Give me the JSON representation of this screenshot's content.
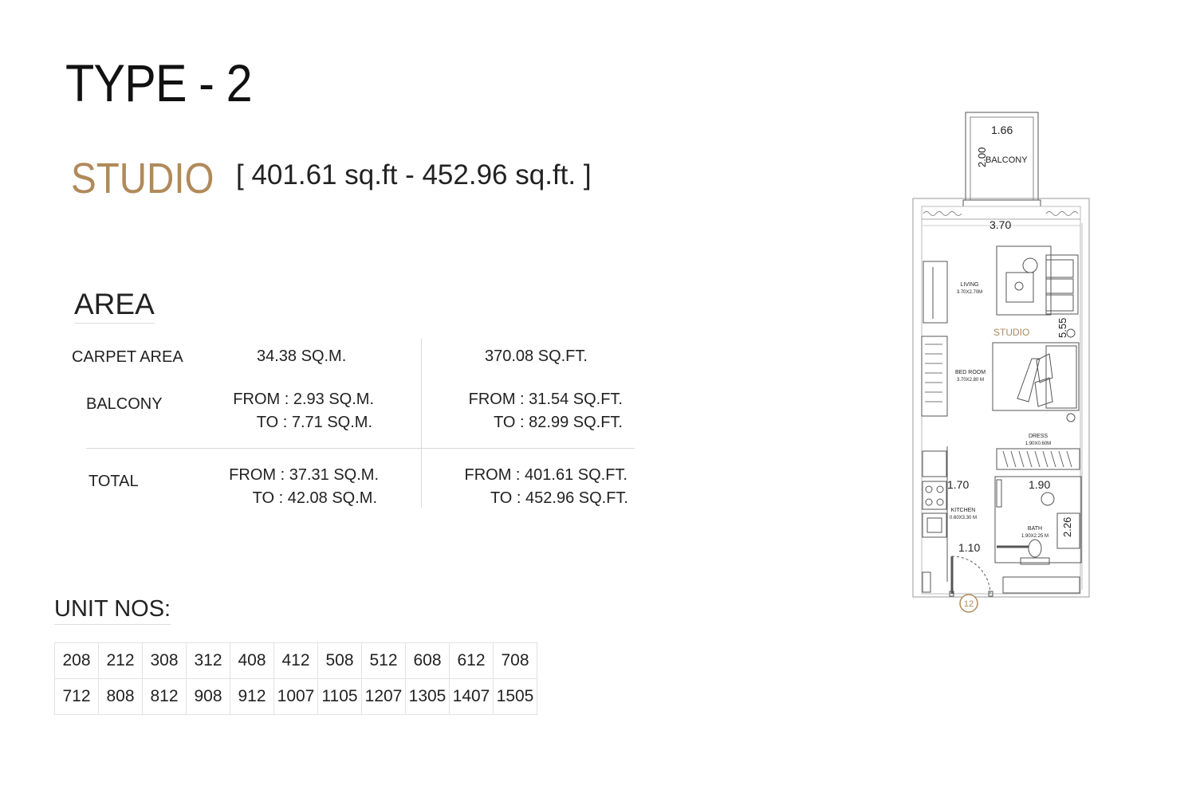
{
  "header": {
    "type_title": "TYPE - 2",
    "unit_type": "STUDIO",
    "size_range": "[ 401.61 sq.ft - 452.96 sq.ft. ]"
  },
  "area": {
    "heading": "AREA",
    "carpet": {
      "label": "CARPET AREA",
      "sqm": "34.38 SQ.M.",
      "sqft": "370.08 SQ.FT."
    },
    "balcony": {
      "label": "BALCONY",
      "sqm_from": "FROM : 2.93 SQ.M.",
      "sqm_to": "TO : 7.71 SQ.M.",
      "sqft_from": "FROM : 31.54 SQ.FT.",
      "sqft_to": "TO : 82.99 SQ.FT."
    },
    "total": {
      "label": "TOTAL",
      "sqm_from": "FROM : 37.31 SQ.M.",
      "sqm_to": "TO : 42.08 SQ.M.",
      "sqft_from": "FROM : 401.61 SQ.FT.",
      "sqft_to": "TO : 452.96 SQ.FT."
    }
  },
  "units": {
    "heading": "UNIT NOS:",
    "rows": [
      [
        "208",
        "212",
        "308",
        "312",
        "408",
        "412",
        "508",
        "512",
        "608",
        "612",
        "708"
      ],
      [
        "712",
        "808",
        "812",
        "908",
        "912",
        "1007",
        "1105",
        "1207",
        "1305",
        "1407",
        "1505"
      ]
    ]
  },
  "floorplan": {
    "balcony_width": "1.66",
    "balcony_depth": "2.00",
    "balcony_label": "BALCONY",
    "unit_width": "3.70",
    "living_label": "LIVING",
    "living_size": "3.70X2.70M",
    "studio_label": "STUDIO",
    "unit_depth": "5.55",
    "bedroom_label": "BED ROOM",
    "bedroom_size": "3.70X2.80 M",
    "dress_label": "DRESS",
    "dress_size": "1.90X0.60M",
    "kitchen_width": "1.70",
    "bath_width": "1.90",
    "kitchen_label": "KITCHEN",
    "kitchen_size": "0.60X3.30 M",
    "bath_depth": "2.26",
    "bath_label": "BATH",
    "bath_size": "1.90X2.25 M",
    "entry_width": "1.10",
    "unit_marker": "12",
    "accent_color": "#b08a5a"
  }
}
